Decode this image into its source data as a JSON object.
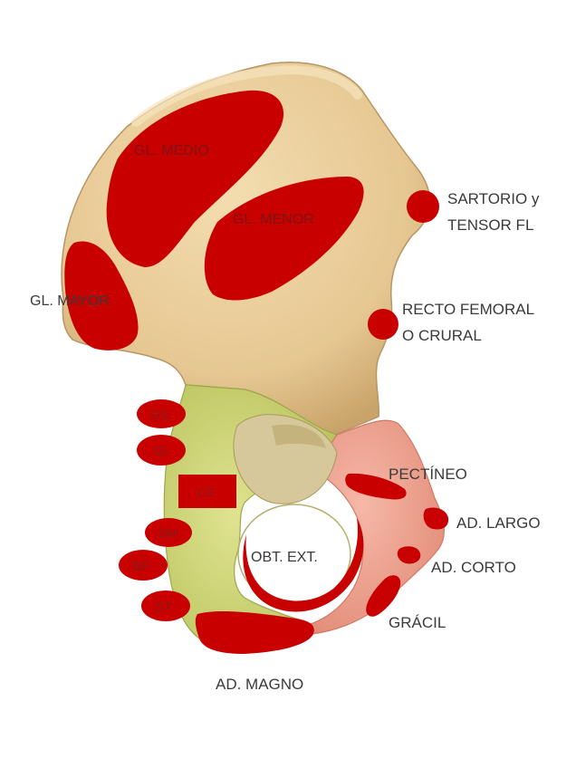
{
  "figure": {
    "labels": {
      "gl_medio": "GL. MEDIO",
      "gl_menor": "GL. MENOR",
      "gl_mayor": "GL. MAYOR",
      "sartorio_1": "SARTORIO y",
      "sartorio_2": "TENSOR FL",
      "recto_1": "RECTO FEMORAL",
      "recto_2": "O CRURAL",
      "gs": "GS",
      "gi": "GI",
      "cf": "CF",
      "sm": "SM",
      "bf": "BF",
      "st": "ST",
      "pectineo": "PECTÍNEO",
      "ad_largo": "AD. LARGO",
      "ad_corto": "AD. CORTO",
      "obt_ext": "OBT. EXT.",
      "gracil": "GRÁCIL",
      "ad_magno": "AD. MAGNO"
    },
    "colors": {
      "muscle": "#c80000",
      "bone": "#e8cfa0",
      "bone_shadow": "#caa870",
      "ischium": "#cfd77c",
      "pubis": "#ee9c8a"
    }
  }
}
